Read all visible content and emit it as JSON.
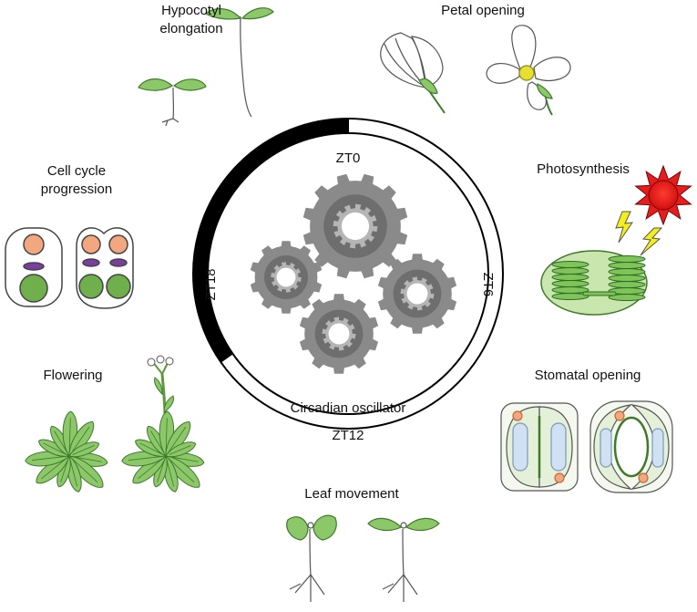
{
  "center": {
    "title": "Circadian oscillator",
    "zt": [
      "ZT0",
      "ZT6",
      "ZT12",
      "ZT18"
    ]
  },
  "outputs": {
    "hypocotyl": [
      "Hypocotyl",
      "elongation"
    ],
    "petal": "Petal opening",
    "photosynthesis": "Photosynthesis",
    "stomatal": "Stomatal opening",
    "leaf_movement": "Leaf movement",
    "flowering": "Flowering",
    "cell_cycle": [
      "Cell cycle",
      "progression"
    ]
  },
  "colors": {
    "leaf_green": "#8cc86a",
    "leaf_stroke": "#3f7a2a",
    "gear_gray": "#8a8a8a",
    "sun_red": "#e41e1e",
    "bolt_yellow": "#f4ee1a",
    "cell_peach": "#f2a77f",
    "cell_purple": "#7a3da0",
    "cell_green": "#6fb04d",
    "guard_blue": "#cfe1f2"
  }
}
